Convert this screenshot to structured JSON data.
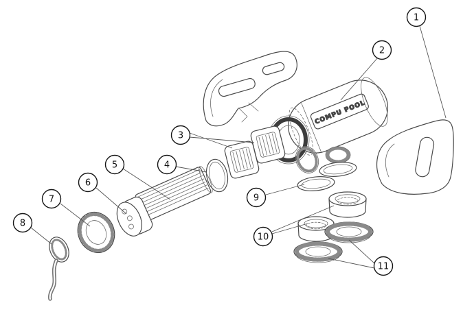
{
  "page": {
    "background": "#ffffff"
  },
  "diagram": {
    "type": "exploded-parts-diagram",
    "product_label": "COMPU POOL",
    "colors": {
      "line": "#4a4a4a",
      "callout_stroke": "#161616",
      "background": "#ffffff"
    },
    "callouts": [
      {
        "number": "1"
      },
      {
        "number": "2"
      },
      {
        "number": "3"
      },
      {
        "number": "4"
      },
      {
        "number": "5"
      },
      {
        "number": "6"
      },
      {
        "number": "7"
      },
      {
        "number": "8"
      },
      {
        "number": "9"
      },
      {
        "number": "10"
      },
      {
        "number": "11"
      }
    ]
  }
}
